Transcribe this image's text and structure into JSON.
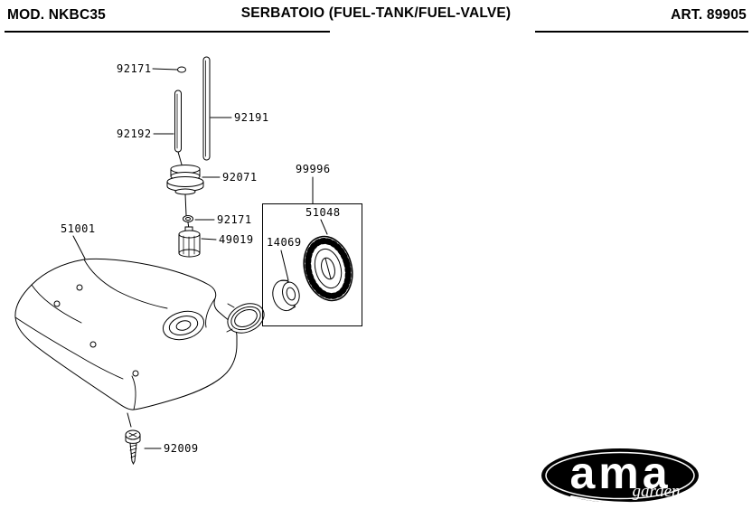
{
  "header": {
    "model": "MOD. NKBC35",
    "title": "SERBATOIO (FUEL-TANK/FUEL-VALVE)",
    "art": "ART. 89905"
  },
  "parts": {
    "tube_cap": "92171",
    "tube_right": "92191",
    "tube_left": "92192",
    "grommet": "92071",
    "ring": "92171",
    "filter": "49019",
    "cap_assembly": "99996",
    "fuel_cap": "51048",
    "gasket": "14069",
    "tank": "51001",
    "screw": "92009"
  },
  "logo": {
    "brand": "ama",
    "sub": "garden"
  },
  "colors": {
    "ink": "#000000",
    "paper": "#ffffff",
    "logo_bg": "#000000",
    "logo_text": "#ffffff"
  }
}
